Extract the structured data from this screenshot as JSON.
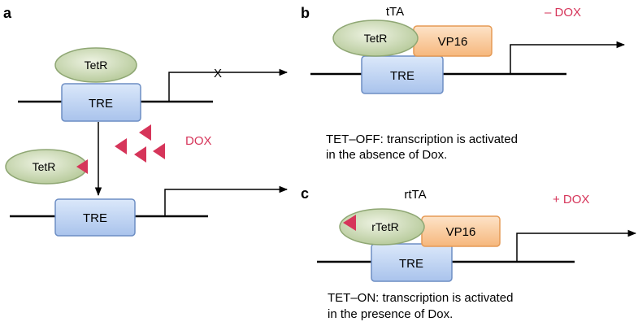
{
  "panel_a": {
    "letter": "a",
    "tetr_bound": "TetR",
    "tre_top": "TRE",
    "blocked_mark": "X",
    "dox_label": "DOX",
    "tetr_free": "TetR",
    "tre_bottom": "TRE"
  },
  "panel_b": {
    "letter": "b",
    "title": "tTA",
    "condition": "– DOX",
    "tetr": "TetR",
    "vp16": "VP16",
    "tre": "TRE",
    "caption_line1": "TET–OFF: transcription is activated",
    "caption_line2": "in the absence of Dox."
  },
  "panel_c": {
    "letter": "c",
    "title": "rtTA",
    "condition": "+ DOX",
    "rtetr": "rTetR",
    "vp16": "VP16",
    "tre": "TRE",
    "caption_line1": "TET–ON: transcription is activated",
    "caption_line2": "in the presence of Dox."
  },
  "colors": {
    "dox": "#d6355a",
    "tetr_fill": "#c6d6ad",
    "tetr_stroke": "#8fa774",
    "tre_fill": "#b9d0ef",
    "tre_stroke": "#6d8ec4",
    "vp16_fill": "#f8c99a",
    "vp16_stroke": "#e59a55"
  }
}
